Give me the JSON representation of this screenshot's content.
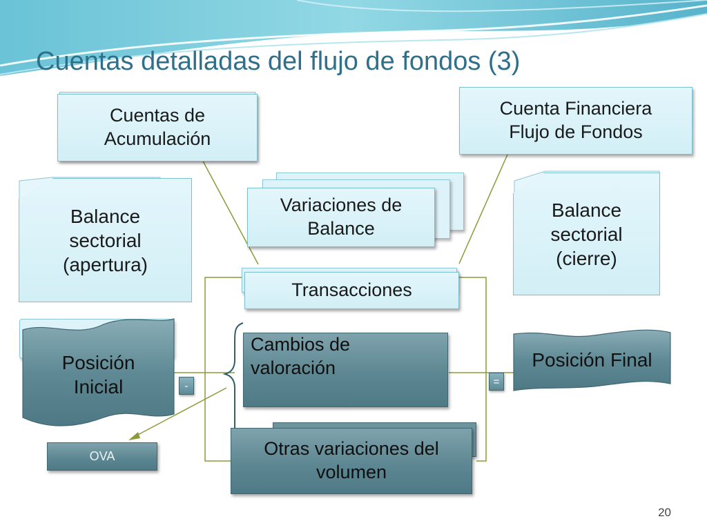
{
  "slide": {
    "title": "Cuentas detalladas del flujo de fondos (3)",
    "page_number": "20"
  },
  "diagram": {
    "cuentas_acumulacion": [
      "Cuentas de",
      "Acumulación"
    ],
    "cuenta_financiera": [
      "Cuenta Financiera",
      "Flujo de Fondos"
    ],
    "balance_apertura": [
      "Balance",
      "sectorial",
      "(apertura)"
    ],
    "variaciones_balance": [
      "Variaciones de",
      "Balance"
    ],
    "balance_cierre": [
      "Balance",
      "sectorial",
      "(cierre)"
    ],
    "transacciones": "Transacciones",
    "posicion_inicial": [
      "Posición",
      "Inicial"
    ],
    "cambios_valoracion": [
      "Cambios de",
      "valoración"
    ],
    "posicion_final": "Posición Final",
    "otras_variaciones": [
      "Otras variaciones del",
      "volumen"
    ],
    "ova": "OVA",
    "op_minus": "-",
    "op_equals": "="
  },
  "colors": {
    "title": "#2e6f8c",
    "light_box": "#d9f2f8",
    "dark_box": "#5d8792",
    "connector": "#8a9a3a"
  }
}
